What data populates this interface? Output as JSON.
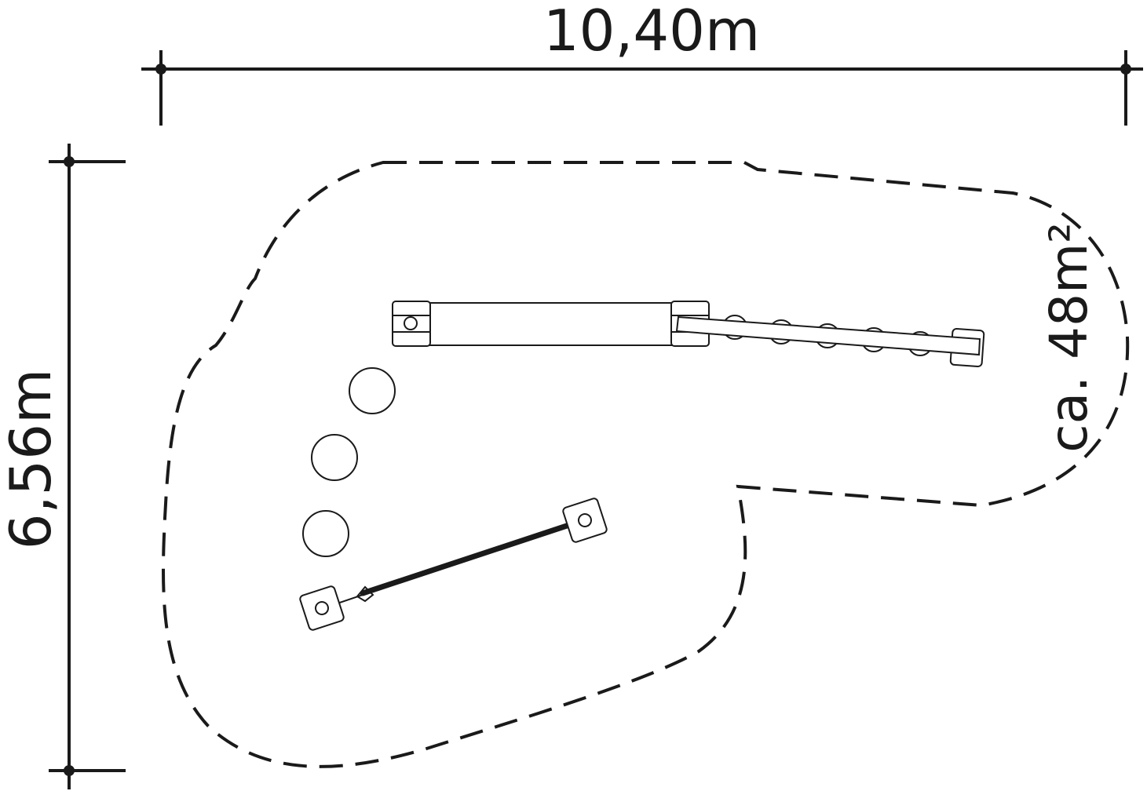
{
  "dimensions": {
    "width_label": "10,40m",
    "height_label": "6,56m"
  },
  "area": {
    "label": "ca. 48m²"
  },
  "colors": {
    "ink": "#1a1a1a",
    "background": "#ffffff"
  }
}
